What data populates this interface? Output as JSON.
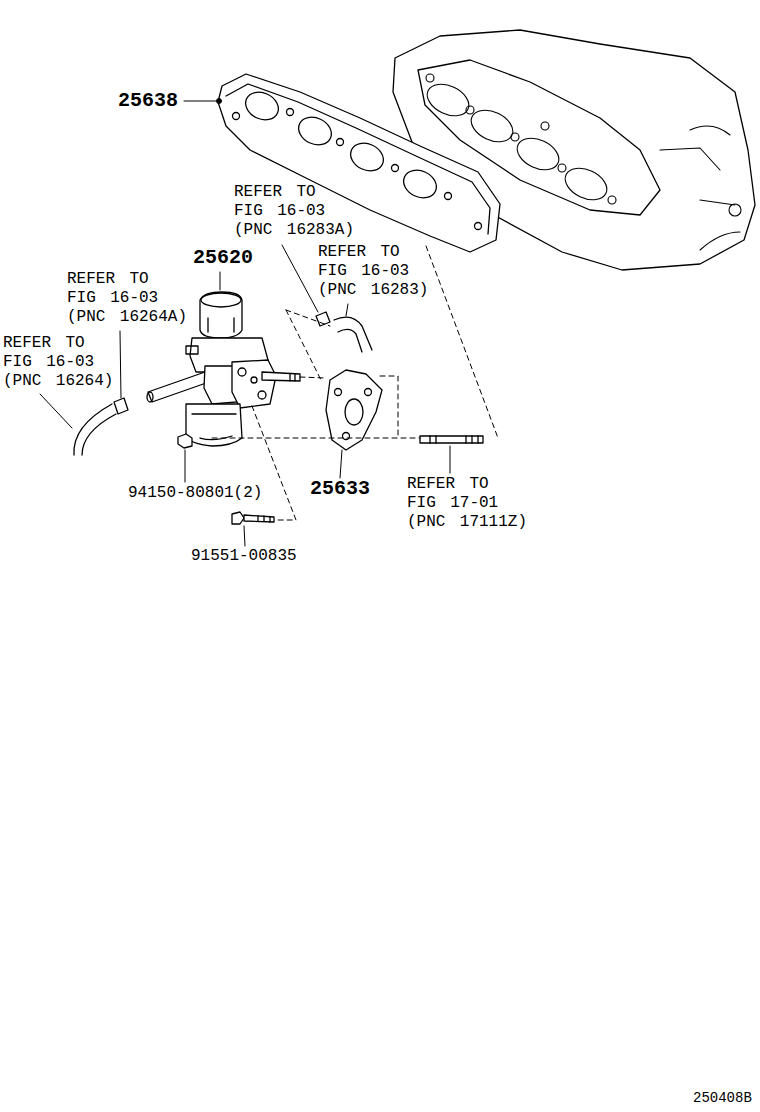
{
  "diagram": {
    "labels": [
      "25638",
      "REFER TO FIG 16-03 (PNC 16283A)",
      "25620",
      "REFER TO FIG 16-03 (PNC 16283)",
      "REFER TO FIG 16-03 (PNC 16264A)",
      "REFER TO FIG 16-03 (PNC 16264)",
      "94150-80801(2)",
      "25633",
      "REFER TO FIG 17-01 (PNC 17111Z)",
      "91551-00835",
      "250408B"
    ]
  }
}
